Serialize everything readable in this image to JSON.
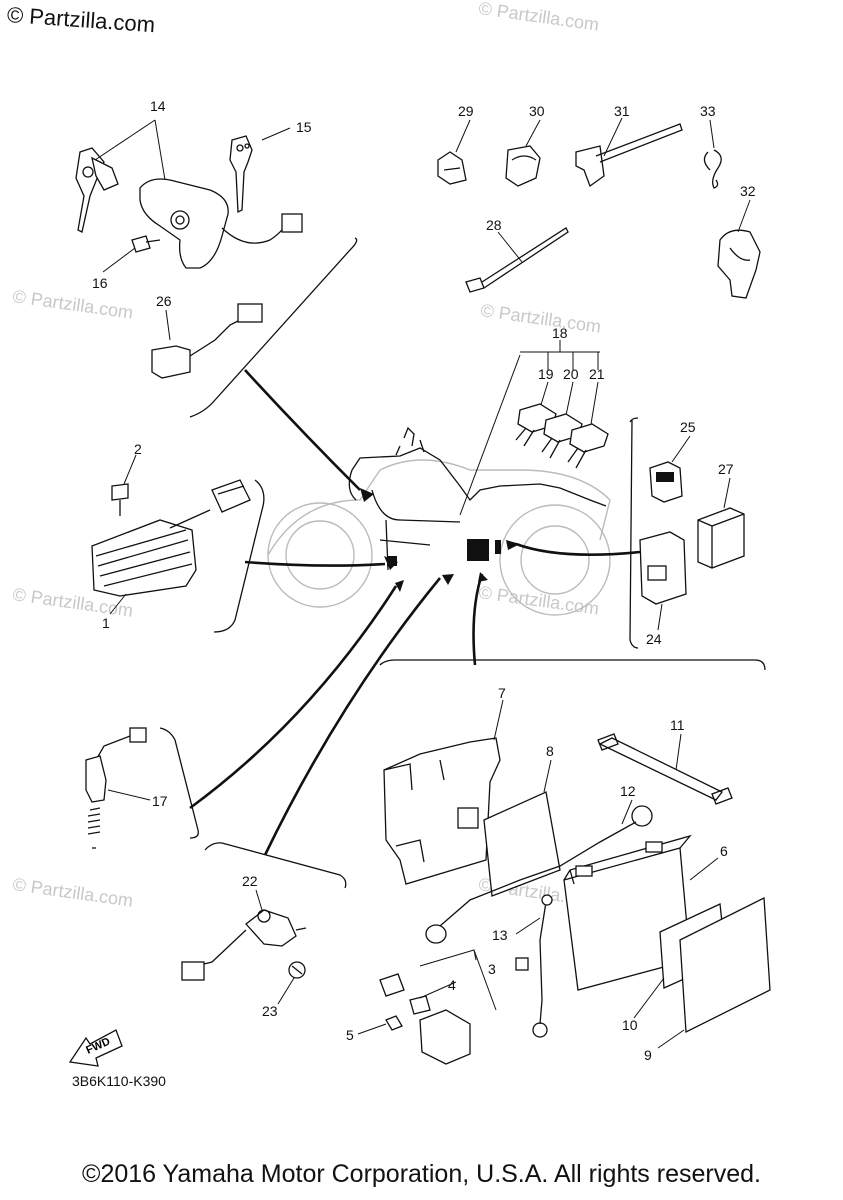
{
  "watermark": {
    "top": "© Partzilla.com",
    "repeat": "© Partzilla.com"
  },
  "diagram_code": "3B6K110-K390",
  "fwd_label": "FWD",
  "copyright": "©2016 Yamaha Motor Corporation, U.S.A. All rights reserved.",
  "callouts": {
    "c1": "1",
    "c2": "2",
    "c3": "3",
    "c4": "4",
    "c5": "5",
    "c6": "6",
    "c7": "7",
    "c8": "8",
    "c9": "9",
    "c10": "10",
    "c11": "11",
    "c12": "12",
    "c13": "13",
    "c14": "14",
    "c15": "15",
    "c16": "16",
    "c17": "17",
    "c18": "18",
    "c19": "19",
    "c20": "20",
    "c21": "21",
    "c22": "22",
    "c23": "23",
    "c24": "24",
    "c25": "25",
    "c26": "26",
    "c27": "27",
    "c28": "28",
    "c29": "29",
    "c30": "30",
    "c31": "31",
    "c32": "32",
    "c33": "33"
  }
}
